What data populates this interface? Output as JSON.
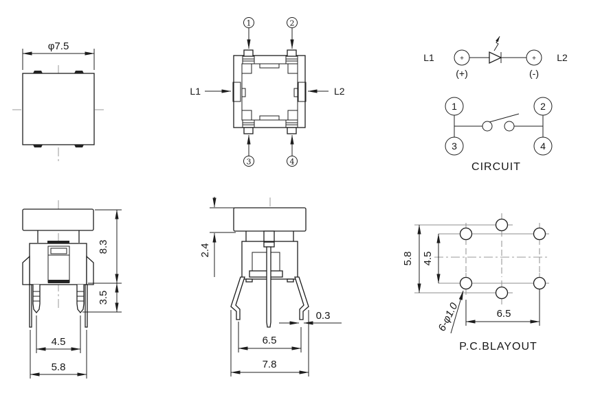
{
  "page": {
    "background": "#ffffff",
    "line_color": "#1d1d1d"
  },
  "views": {
    "cap_top_view": {
      "dim_diameter": "φ7.5"
    },
    "top_view": {
      "callout_1": "1",
      "callout_2": "2",
      "callout_3": "3",
      "callout_4": "4",
      "label_l1": "L1",
      "label_l2": "L2"
    },
    "circuit_view": {
      "label_l1": "L1",
      "label_l2": "L2",
      "led_terminal_left_sign": "+",
      "led_terminal_right_sign": "+",
      "polarity_positive": "(+)",
      "polarity_negative": "(-)",
      "terminal_1": "1",
      "terminal_2": "2",
      "terminal_3": "3",
      "terminal_4": "4",
      "title": "CIRCUIT"
    },
    "front_view": {
      "dim_total_height": "8.3",
      "dim_pin_length": "3.5",
      "dim_pin_spacing": "4.5",
      "dim_base_width": "5.8"
    },
    "side_view": {
      "dim_cap_height": "2.4",
      "dim_lead_thickness": "0.3",
      "dim_leg_spacing": "6.5",
      "dim_overall_width": "7.8"
    },
    "pcb_view": {
      "dim_led_hole_spacing": "5.8",
      "dim_hole_row_spacing": "4.5",
      "dim_hole_col_spacing": "6.5",
      "hole_note": "6-φ1.0",
      "title": "P.C.BLAYOUT"
    }
  }
}
